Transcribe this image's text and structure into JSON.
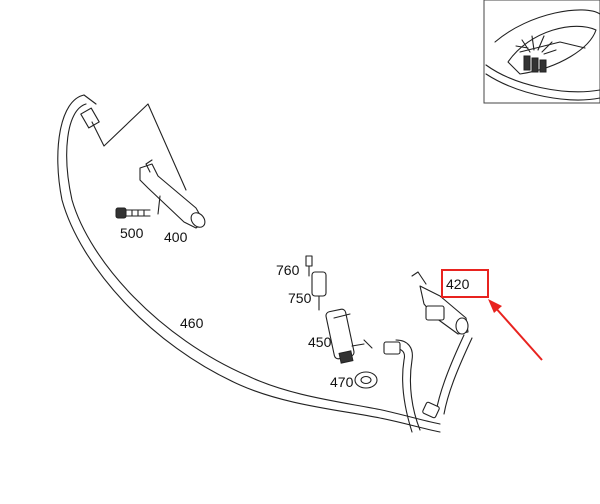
{
  "labels": {
    "p400": "400",
    "p420": "420",
    "p450": "450",
    "p460": "460",
    "p470": "470",
    "p500": "500",
    "p750": "750",
    "p760": "760"
  },
  "highlight": {
    "target": "420",
    "color": "#e8231f"
  }
}
